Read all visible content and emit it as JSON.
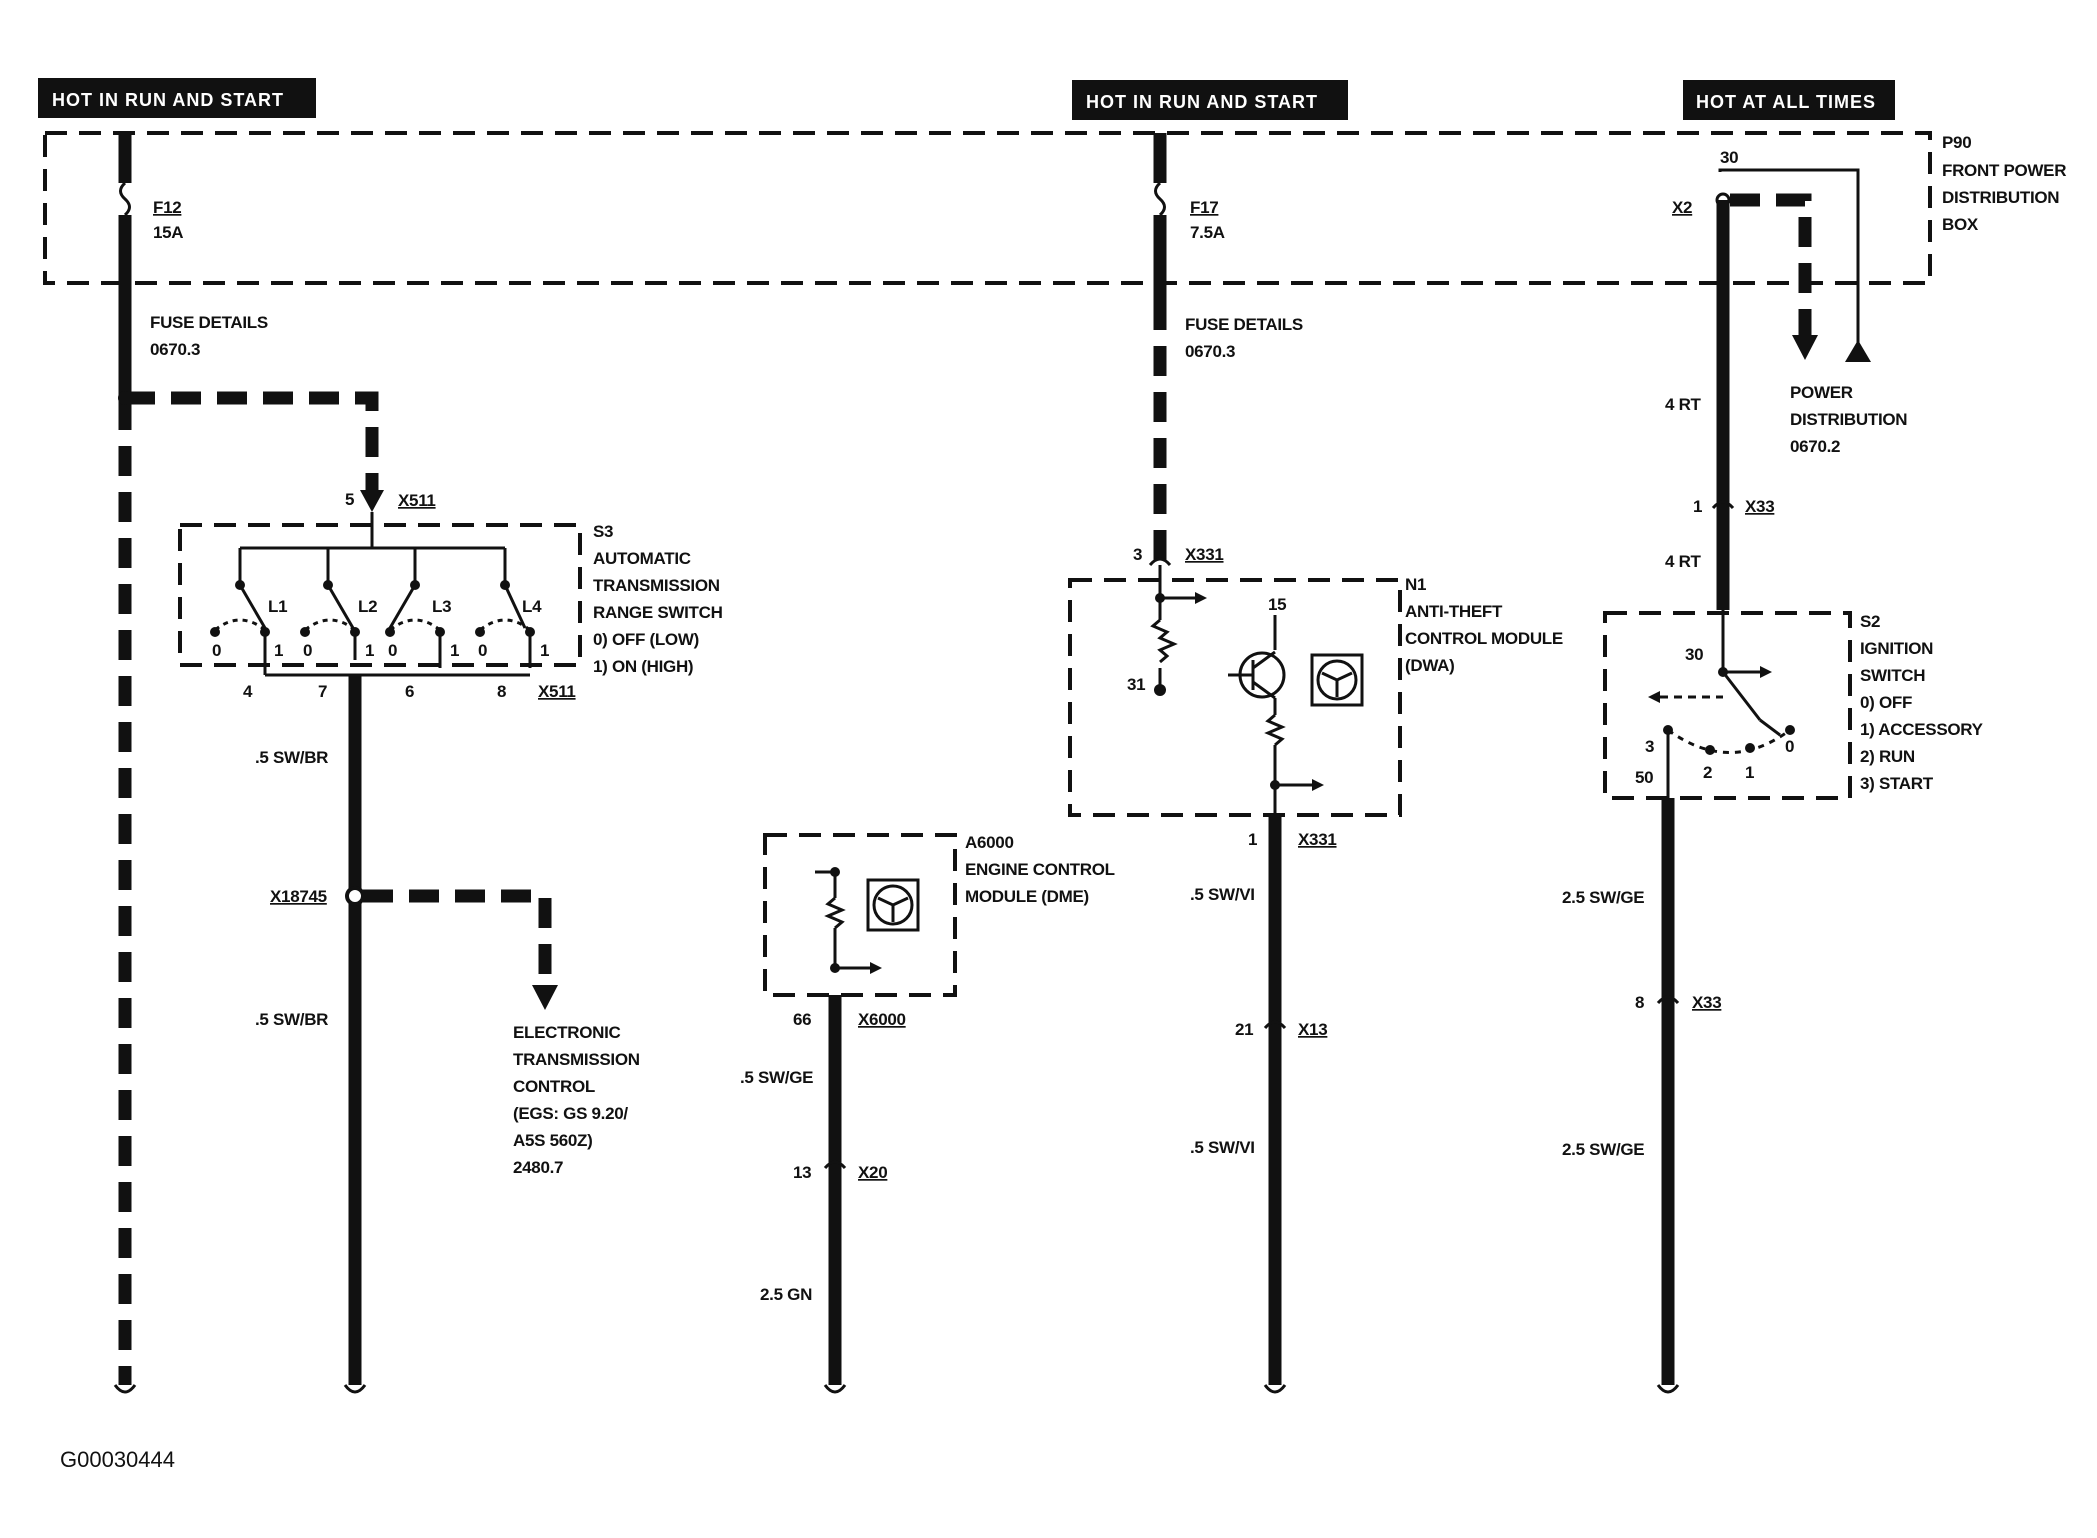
{
  "headers": {
    "left": "HOT IN RUN AND START",
    "middle": "HOT IN RUN AND START",
    "right": "HOT AT ALL TIMES"
  },
  "power_box": {
    "id": "P90",
    "name_lines": [
      "FRONT POWER",
      "DISTRIBUTION",
      "BOX"
    ],
    "pin_30": "30",
    "connector_x2": "X2"
  },
  "fuses": {
    "f12": {
      "id": "F12",
      "rating": "15A"
    },
    "f17": {
      "id": "F17",
      "rating": "7.5A"
    }
  },
  "fuse_details": {
    "left": [
      "FUSE DETAILS",
      "0670.3"
    ],
    "middle": [
      "FUSE DETAILS",
      "0670.3"
    ]
  },
  "power_distribution": [
    "POWER",
    "DISTRIBUTION",
    "0670.2"
  ],
  "s3": {
    "top_pin": "5",
    "top_connector": "X511",
    "id": "S3",
    "name_lines": [
      "AUTOMATIC",
      "TRANSMISSION",
      "RANGE SWITCH"
    ],
    "states": [
      "0)  OFF (LOW)",
      "1)  ON (HIGH)"
    ],
    "switches": [
      "L1",
      "L2",
      "L3",
      "L4"
    ],
    "positions": [
      "0",
      "1",
      "0",
      "1",
      "0",
      "1",
      "0",
      "1"
    ],
    "bottom_pins": [
      "4",
      "7",
      "6",
      "8"
    ],
    "bottom_connector": "X511"
  },
  "wire_sw_br_1": ".5 SW/BR",
  "splice_x18745": "X18745",
  "wire_sw_br_2": ".5 SW/BR",
  "egs": [
    "ELECTRONIC",
    "TRANSMISSION",
    "CONTROL",
    "(EGS: GS 9.20/",
    "A5S 560Z)",
    "2480.7"
  ],
  "a6000": {
    "id": "A6000",
    "name_lines": [
      "ENGINE CONTROL",
      "MODULE (DME)"
    ],
    "pin": "66",
    "connector": "X6000",
    "wire1": ".5 SW/GE",
    "pin2": "13",
    "connector2": "X20",
    "wire2": "2.5 GN"
  },
  "n1": {
    "top_pin": "3",
    "top_connector": "X331",
    "id": "N1",
    "name_lines": [
      "ANTI-THEFT",
      "CONTROL MODULE",
      "(DWA)"
    ],
    "pin15": "15",
    "pin31": "31",
    "bottom_pin": "1",
    "bottom_connector": "X331",
    "wire1": ".5 SW/VI",
    "pin21": "21",
    "connector_x13": "X13",
    "wire2": ".5 SW/VI"
  },
  "s2": {
    "wire_top": "4 RT",
    "pin1": "1",
    "connector_top": "X33",
    "wire_mid": "4 RT",
    "id": "S2",
    "name_lines": [
      "IGNITION",
      "SWITCH"
    ],
    "states": [
      "0)   OFF",
      "1)   ACCESSORY",
      "2)  RUN",
      "3)  START"
    ],
    "pin30": "30",
    "pin3": "3",
    "pin50": "50",
    "pos2": "2",
    "pos1": "1",
    "pos0": "0",
    "wire_low": "2.5 SW/GE",
    "pin8": "8",
    "connector_low": "X33",
    "wire_bottom": "2.5 SW/GE"
  },
  "figure_id": "G00030444"
}
